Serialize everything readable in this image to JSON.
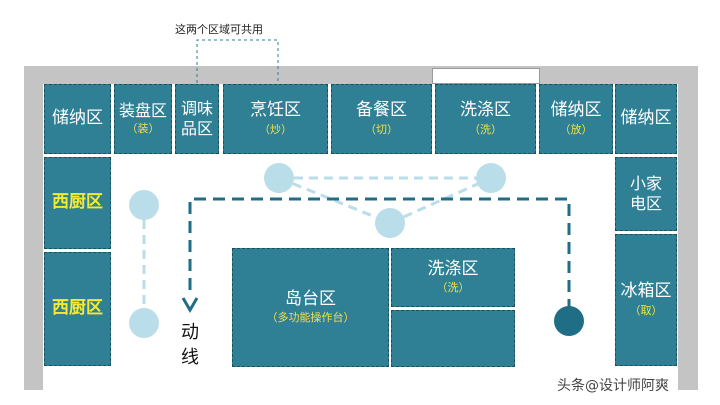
{
  "note": {
    "text": "这两个区域可共用"
  },
  "zones": {
    "storage_left": {
      "label": "储纳区"
    },
    "plating": {
      "label": "装盘区",
      "sub": "（装）"
    },
    "seasoning": {
      "label_line1": "调味",
      "label_line2": "品区"
    },
    "cooking": {
      "label": "烹饪区",
      "sub": "（炒）"
    },
    "prep": {
      "label": "备餐区",
      "sub": "（切）"
    },
    "washing_top": {
      "label": "洗涤区",
      "sub": "（洗）"
    },
    "storage_mid": {
      "label": "储纳区",
      "sub": "（放）"
    },
    "storage_right": {
      "label": "储纳区"
    },
    "western_1": {
      "label": "西厨区"
    },
    "western_2": {
      "label": "西厨区"
    },
    "appliance": {
      "label_line1": "小家",
      "label_line2": "电区"
    },
    "fridge": {
      "label": "冰箱区",
      "sub": "（取）"
    },
    "island": {
      "label": "岛台区",
      "sub": "（多功能操作台）"
    },
    "washing_island": {
      "label": "洗涤区",
      "sub": "（洗）"
    }
  },
  "flow": {
    "line1": "动",
    "line2": "线"
  },
  "watermark": {
    "text": "头条@设计师阿爽"
  },
  "colors": {
    "zone_fill": "#2f7f95",
    "zone_border": "#1d4f5e",
    "highlight": "#f5ea2e",
    "node_light": "#b9dde9",
    "node_dark": "#1f6e85",
    "wall": "#c4c4c4"
  }
}
